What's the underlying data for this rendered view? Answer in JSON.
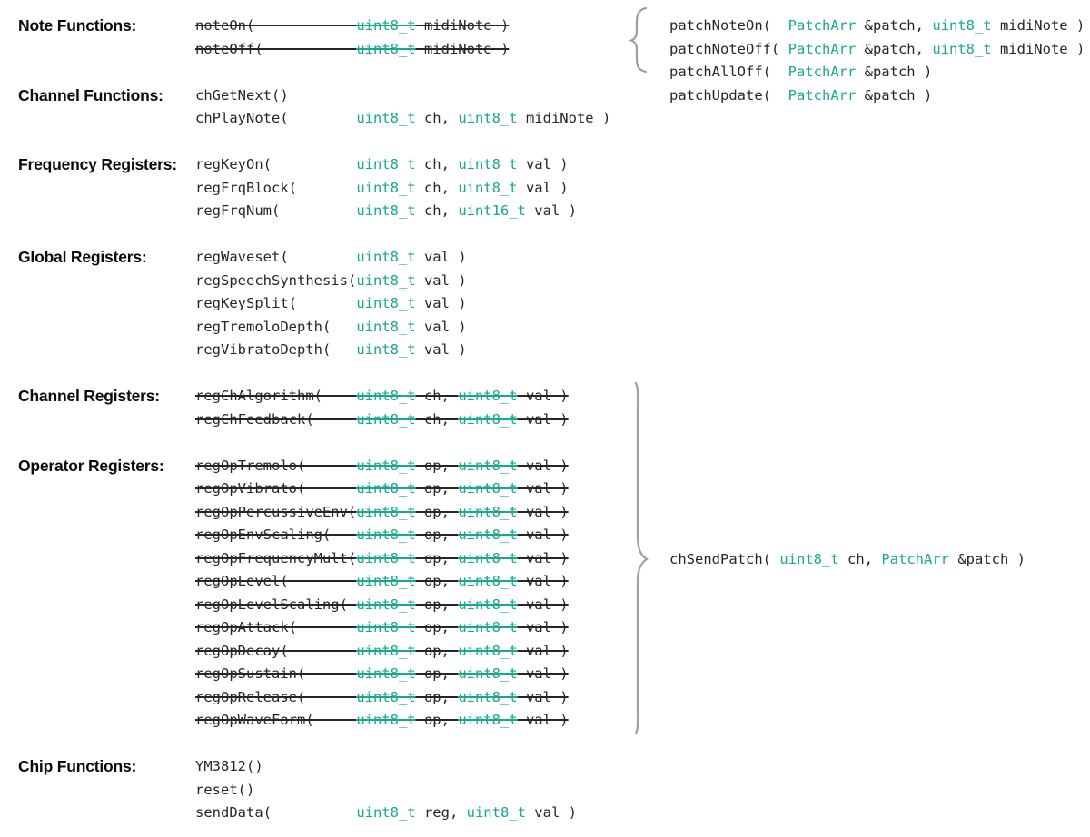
{
  "colors": {
    "type_accent": "#17a98d",
    "code_text": "#262626",
    "label_text": "#0b0b0b",
    "brace_gray": "#9e9e9e"
  },
  "type_keywords": [
    "uint16_t",
    "uint8_t",
    "PatchArr"
  ],
  "layout_hints": {
    "left_name_col_chars": 19,
    "right_name_col_chars": 14
  },
  "icons": {
    "small_brace": "curly-brace",
    "large_brace": "curly-brace"
  },
  "left_sections": [
    {
      "label": "Note Functions:",
      "rows": [
        {
          "name": "noteOn(",
          "params": "uint8_t midiNote )",
          "struck": true
        },
        {
          "name": "noteOff(",
          "params": "uint8_t midiNote )",
          "struck": true
        }
      ]
    },
    {
      "label": "Channel Functions:",
      "rows": [
        {
          "name": "chGetNext()",
          "params": "",
          "struck": false
        },
        {
          "name": "chPlayNote(",
          "params": "uint8_t ch, uint8_t midiNote )",
          "struck": false
        }
      ]
    },
    {
      "label": "Frequency Registers:",
      "rows": [
        {
          "name": "regKeyOn(",
          "params": "uint8_t ch, uint8_t val )",
          "struck": false
        },
        {
          "name": "regFrqBlock(",
          "params": "uint8_t ch, uint8_t val )",
          "struck": false
        },
        {
          "name": "regFrqNum(",
          "params": "uint8_t ch, uint16_t val )",
          "struck": false
        }
      ]
    },
    {
      "label": "Global Registers:",
      "rows": [
        {
          "name": "regWaveset(",
          "params": "uint8_t val )",
          "struck": false
        },
        {
          "name": "regSpeechSynthesis(",
          "params": "uint8_t val )",
          "struck": false
        },
        {
          "name": "regKeySplit(",
          "params": "uint8_t val )",
          "struck": false
        },
        {
          "name": "regTremoloDepth(",
          "params": "uint8_t val )",
          "struck": false
        },
        {
          "name": "regVibratoDepth(",
          "params": "uint8_t val )",
          "struck": false
        }
      ]
    },
    {
      "label": "Channel Registers:",
      "rows": [
        {
          "name": "regChAlgorithm(",
          "params": "uint8_t ch, uint8_t val )",
          "struck": true
        },
        {
          "name": "regChFeedback(",
          "params": "uint8_t ch, uint8_t val )",
          "struck": true
        }
      ]
    },
    {
      "label": "Operator Registers:",
      "rows": [
        {
          "name": "regOpTremolo(",
          "params": "uint8_t op, uint8_t val )",
          "struck": true
        },
        {
          "name": "regOpVibrato(",
          "params": "uint8_t op, uint8_t val )",
          "struck": true
        },
        {
          "name": "regOpPercussiveEnv(",
          "params": "uint8_t op, uint8_t val )",
          "struck": true
        },
        {
          "name": "regOpEnvScaling(",
          "params": "uint8_t op, uint8_t val )",
          "struck": true
        },
        {
          "name": "regOpFrequencyMult(",
          "params": "uint8_t op, uint8_t val )",
          "struck": true
        },
        {
          "name": "regOpLevel(",
          "params": "uint8_t op, uint8_t val )",
          "struck": true
        },
        {
          "name": "regOpLevelScaling(",
          "params": "uint8_t op, uint8_t val )",
          "struck": true
        },
        {
          "name": "regOpAttack(",
          "params": "uint8_t op, uint8_t val )",
          "struck": true
        },
        {
          "name": "regOpDecay(",
          "params": "uint8_t op, uint8_t val )",
          "struck": true
        },
        {
          "name": "regOpSustain(",
          "params": "uint8_t op, uint8_t val )",
          "struck": true
        },
        {
          "name": "regOpRelease(",
          "params": "uint8_t op, uint8_t val )",
          "struck": true
        },
        {
          "name": "regOpWaveForm(",
          "params": "uint8_t op, uint8_t val )",
          "struck": true
        }
      ]
    },
    {
      "label": "Chip Functions:",
      "rows": [
        {
          "name": "YM3812()",
          "params": "",
          "struck": false
        },
        {
          "name": "reset()",
          "params": "",
          "struck": false
        },
        {
          "name": "sendData(",
          "params": "uint8_t reg, uint8_t val )",
          "struck": false
        }
      ]
    }
  ],
  "right_top": {
    "rows": [
      {
        "name": "patchNoteOn(",
        "params": "PatchArr &patch, uint8_t midiNote )",
        "struck": false
      },
      {
        "name": "patchNoteOff(",
        "params": "PatchArr &patch, uint8_t midiNote )",
        "struck": false
      },
      {
        "name": "patchAllOff(",
        "params": "PatchArr &patch )",
        "struck": false
      },
      {
        "name": "patchUpdate(",
        "params": "PatchArr &patch )",
        "struck": false
      }
    ]
  },
  "right_middle": {
    "code": "chSendPatch( uint8_t ch, PatchArr &patch )"
  }
}
